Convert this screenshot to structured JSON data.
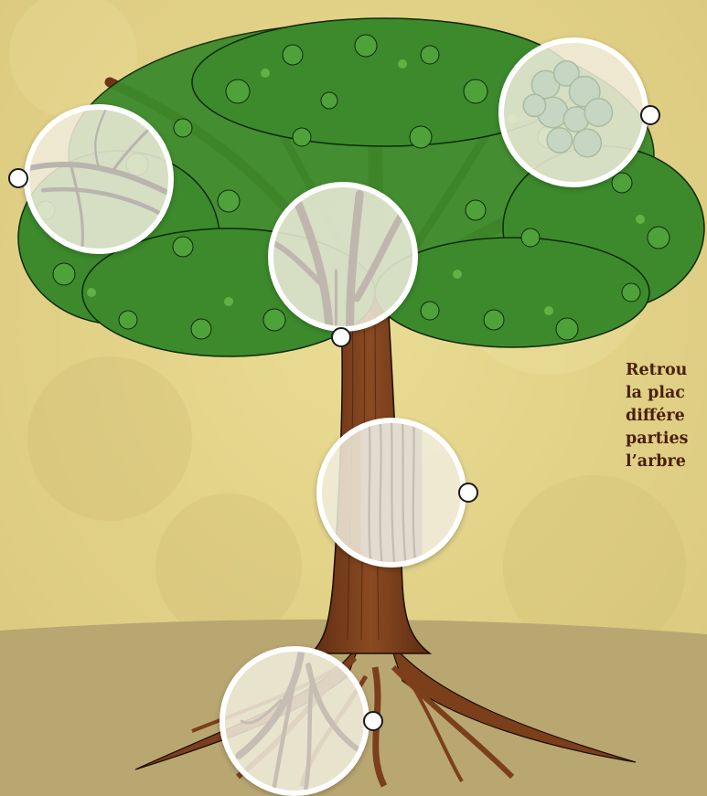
{
  "instruction": {
    "lines": [
      "Retrou",
      "la plac",
      "différe",
      "parties",
      "l’arbre"
    ]
  },
  "colors": {
    "sky": "#e4d68c",
    "ground": "#b8a670",
    "trunk": "#7b3f1c",
    "leaf": "#3f8a2e",
    "text": "#4a1f0c",
    "zone_border": "#ffffff"
  },
  "zones": [
    {
      "part": "branches-detail"
    },
    {
      "part": "leaves-detail"
    },
    {
      "part": "fork-detail"
    },
    {
      "part": "trunk-bark-detail"
    },
    {
      "part": "roots-detail"
    }
  ]
}
